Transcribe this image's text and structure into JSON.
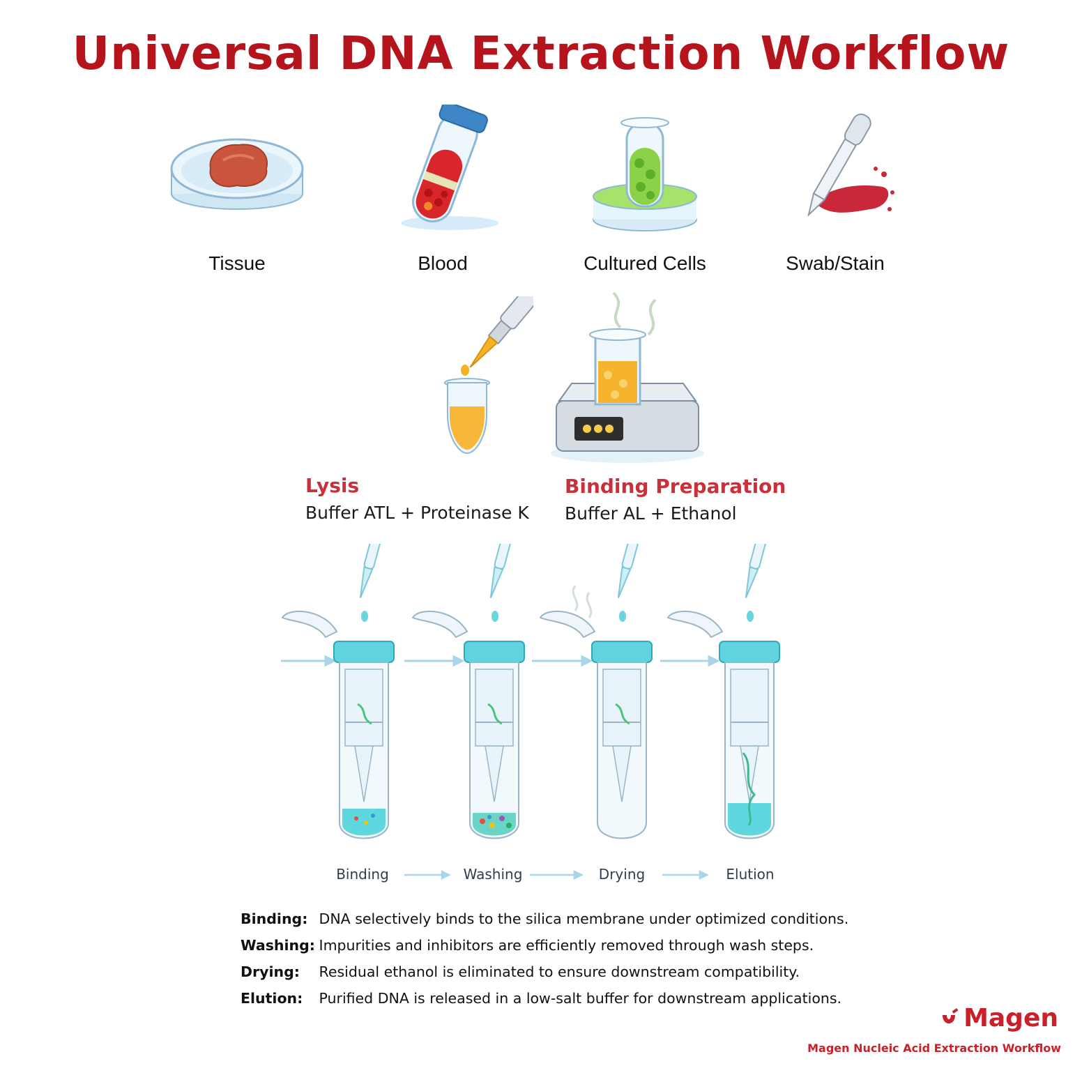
{
  "title": "Universal DNA Extraction Workflow",
  "samples": [
    {
      "label": "Tissue",
      "icon": "tissue-dish-icon"
    },
    {
      "label": "Blood",
      "icon": "blood-tube-icon"
    },
    {
      "label": "Cultured  Cells",
      "icon": "culture-tube-icon"
    },
    {
      "label": "Swab/Stain",
      "icon": "dropper-stain-icon"
    }
  ],
  "stages": {
    "lysis": {
      "title": "Lysis",
      "subtitle": "Buffer ATL + Proteinase K"
    },
    "binding_prep": {
      "title": "Binding Preparation",
      "subtitle": "Buffer AL + Ethanol"
    }
  },
  "steps": [
    "Binding",
    "Washing",
    "Drying",
    "Elution"
  ],
  "descriptions": [
    {
      "term": "Binding:",
      "text": "DNA selectively binds to the silica membrane under optimized conditions."
    },
    {
      "term": "Washing:",
      "text": "Impurities and inhibitors are efficiently removed through wash steps."
    },
    {
      "term": "Drying:",
      "text": "Residual ethanol is eliminated to ensure downstream compatibility."
    },
    {
      "term": "Elution:",
      "text": "Purified DNA is released in a low-salt buffer for downstream applications."
    }
  ],
  "brand": {
    "name": "Magen",
    "footer": "Magen Nucleic Acid Extraction Workflow"
  },
  "colors": {
    "title": "#b5141c",
    "stage_title": "#c9303a",
    "brand": "#c9202a",
    "liquid": "#4fd6dc"
  }
}
